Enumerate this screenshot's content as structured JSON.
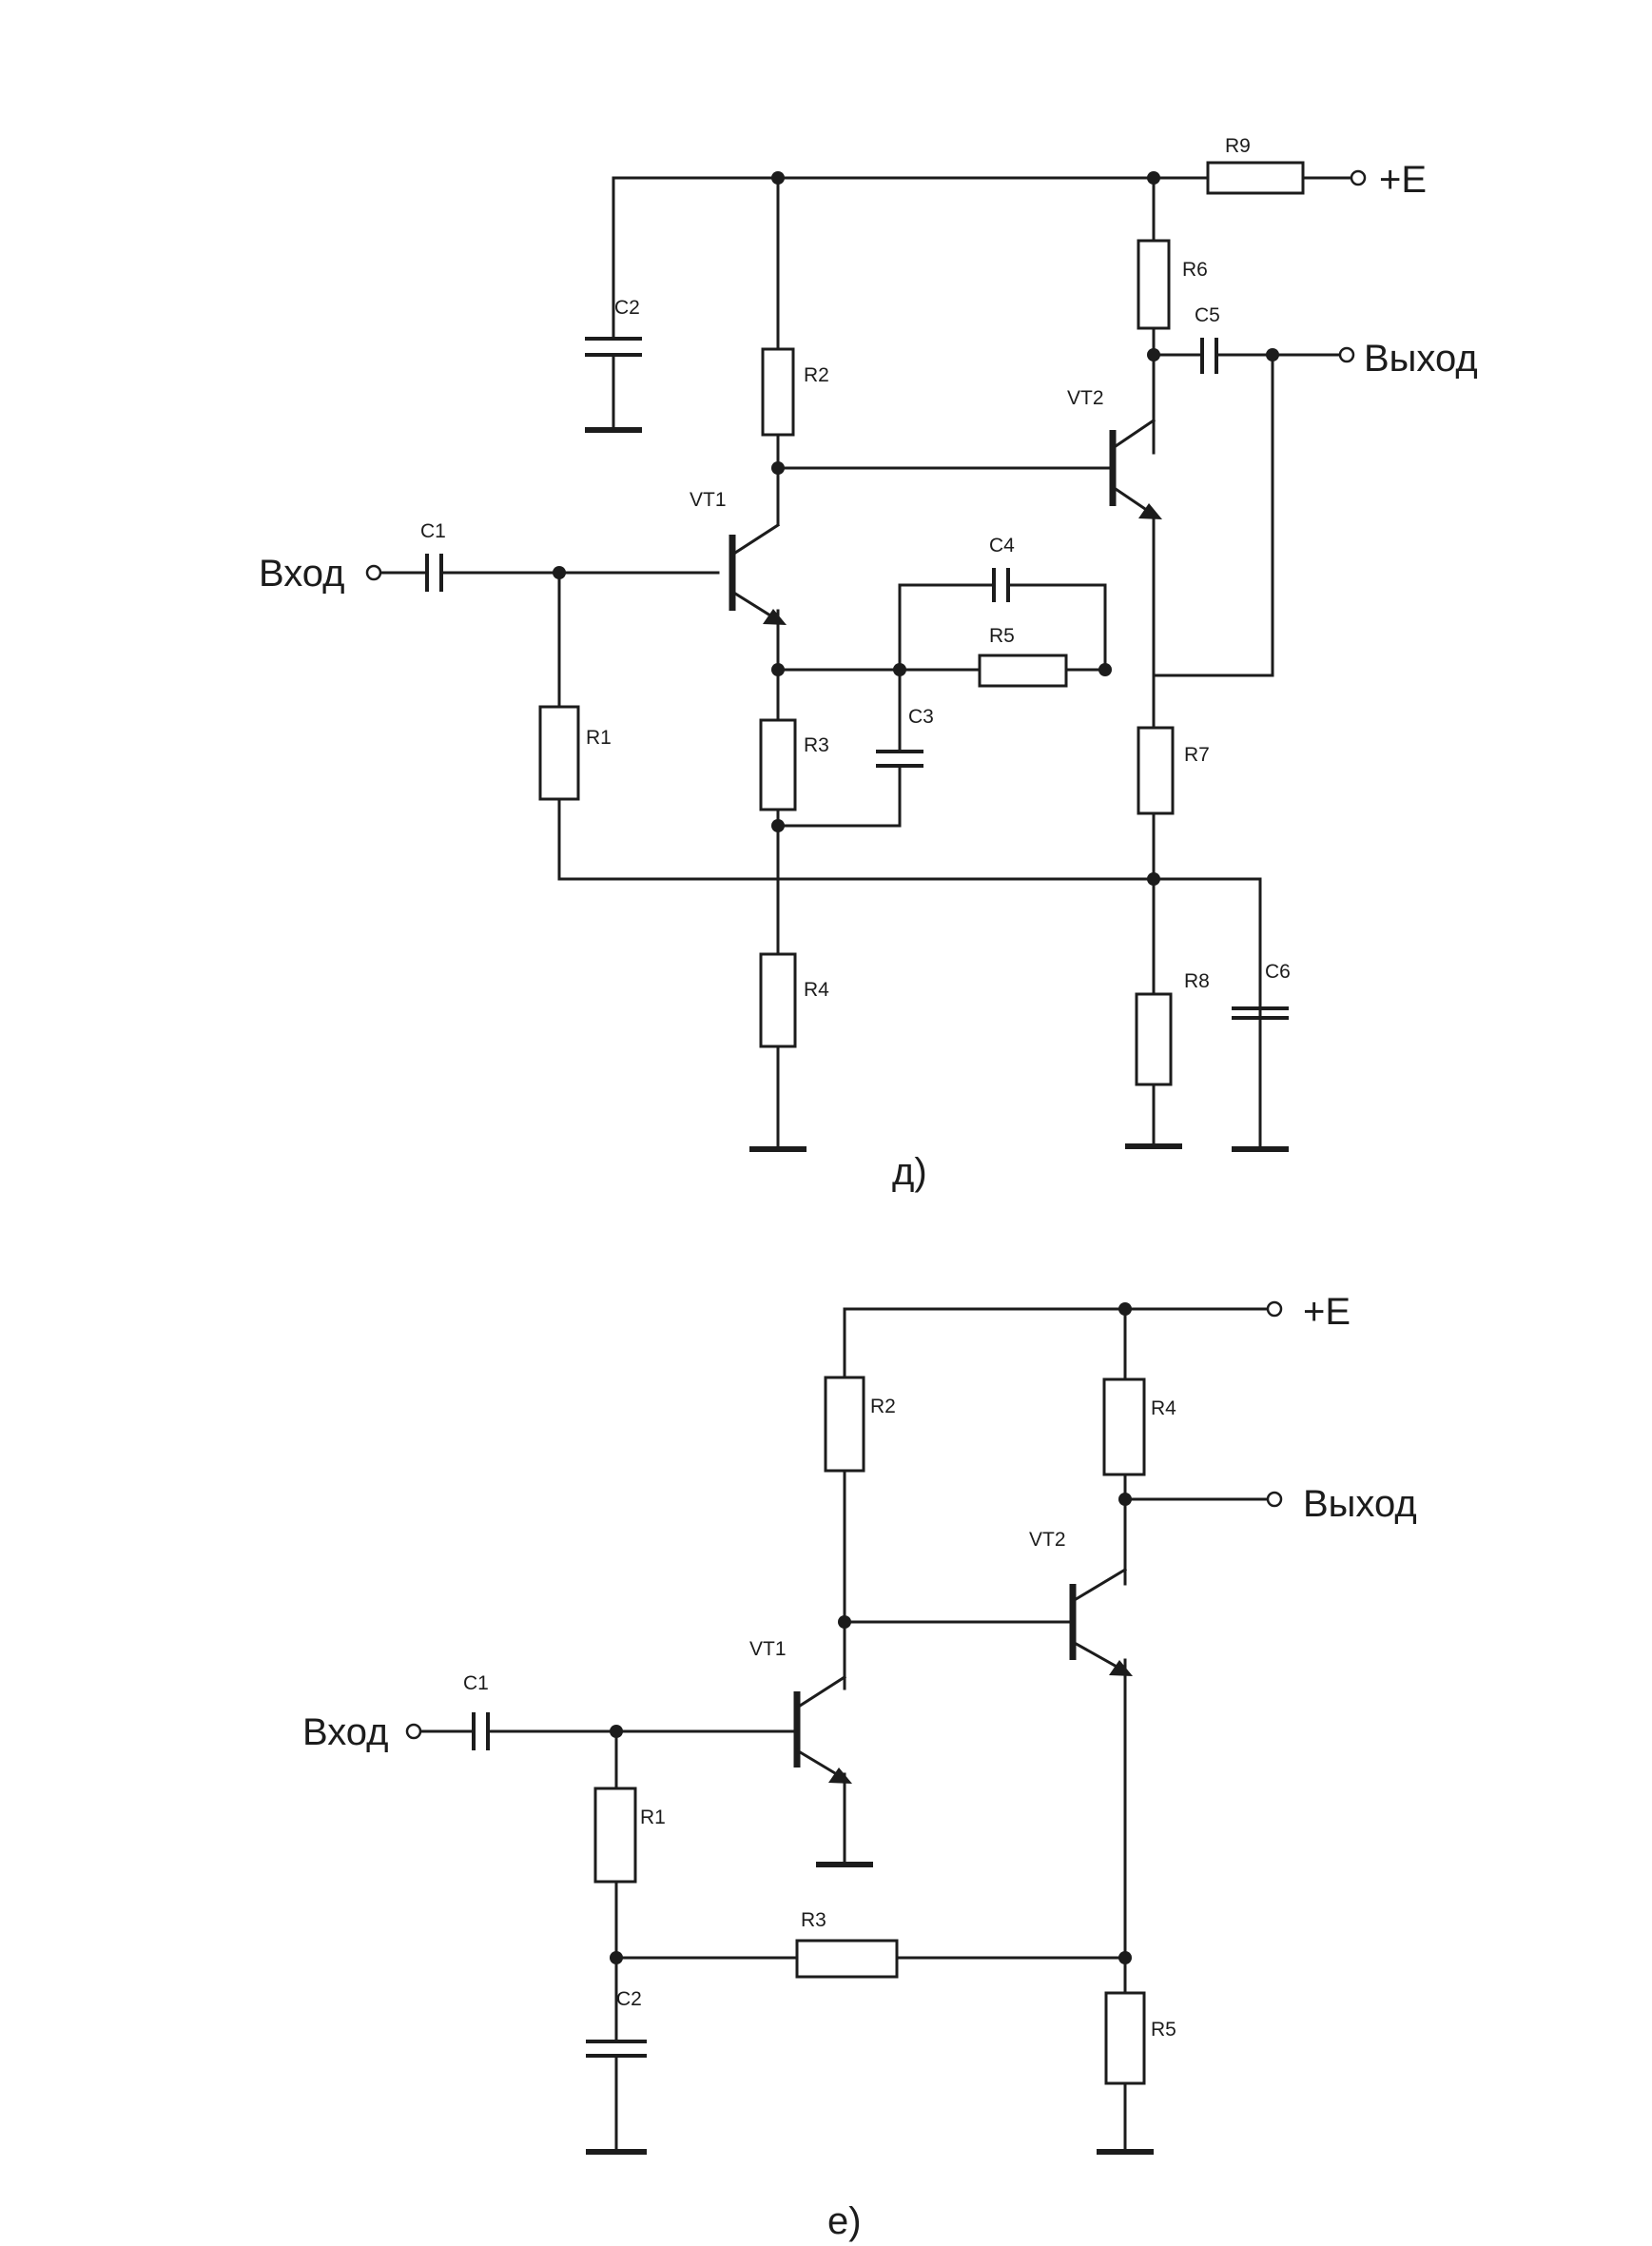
{
  "diagram_d": {
    "caption": "д)",
    "input_label": "Вход",
    "output_label": "Выход",
    "supply_label": "+E",
    "components": {
      "C1": "C1",
      "C2": "C2",
      "C3": "C3",
      "C4": "C4",
      "C5": "C5",
      "C6": "C6",
      "R1": "R1",
      "R2": "R2",
      "R3": "R3",
      "R4": "R4",
      "R5": "R5",
      "R6": "R6",
      "R7": "R7",
      "R8": "R8",
      "R9": "R9",
      "VT1": "VT1",
      "VT2": "VT2"
    }
  },
  "diagram_e": {
    "caption": "е)",
    "input_label": "Вход",
    "output_label": "Выход",
    "supply_label": "+E",
    "components": {
      "C1": "C1",
      "C2": "C2",
      "R1": "R1",
      "R2": "R2",
      "R3": "R3",
      "R4": "R4",
      "R5": "R5",
      "VT1": "VT1",
      "VT2": "VT2"
    }
  }
}
